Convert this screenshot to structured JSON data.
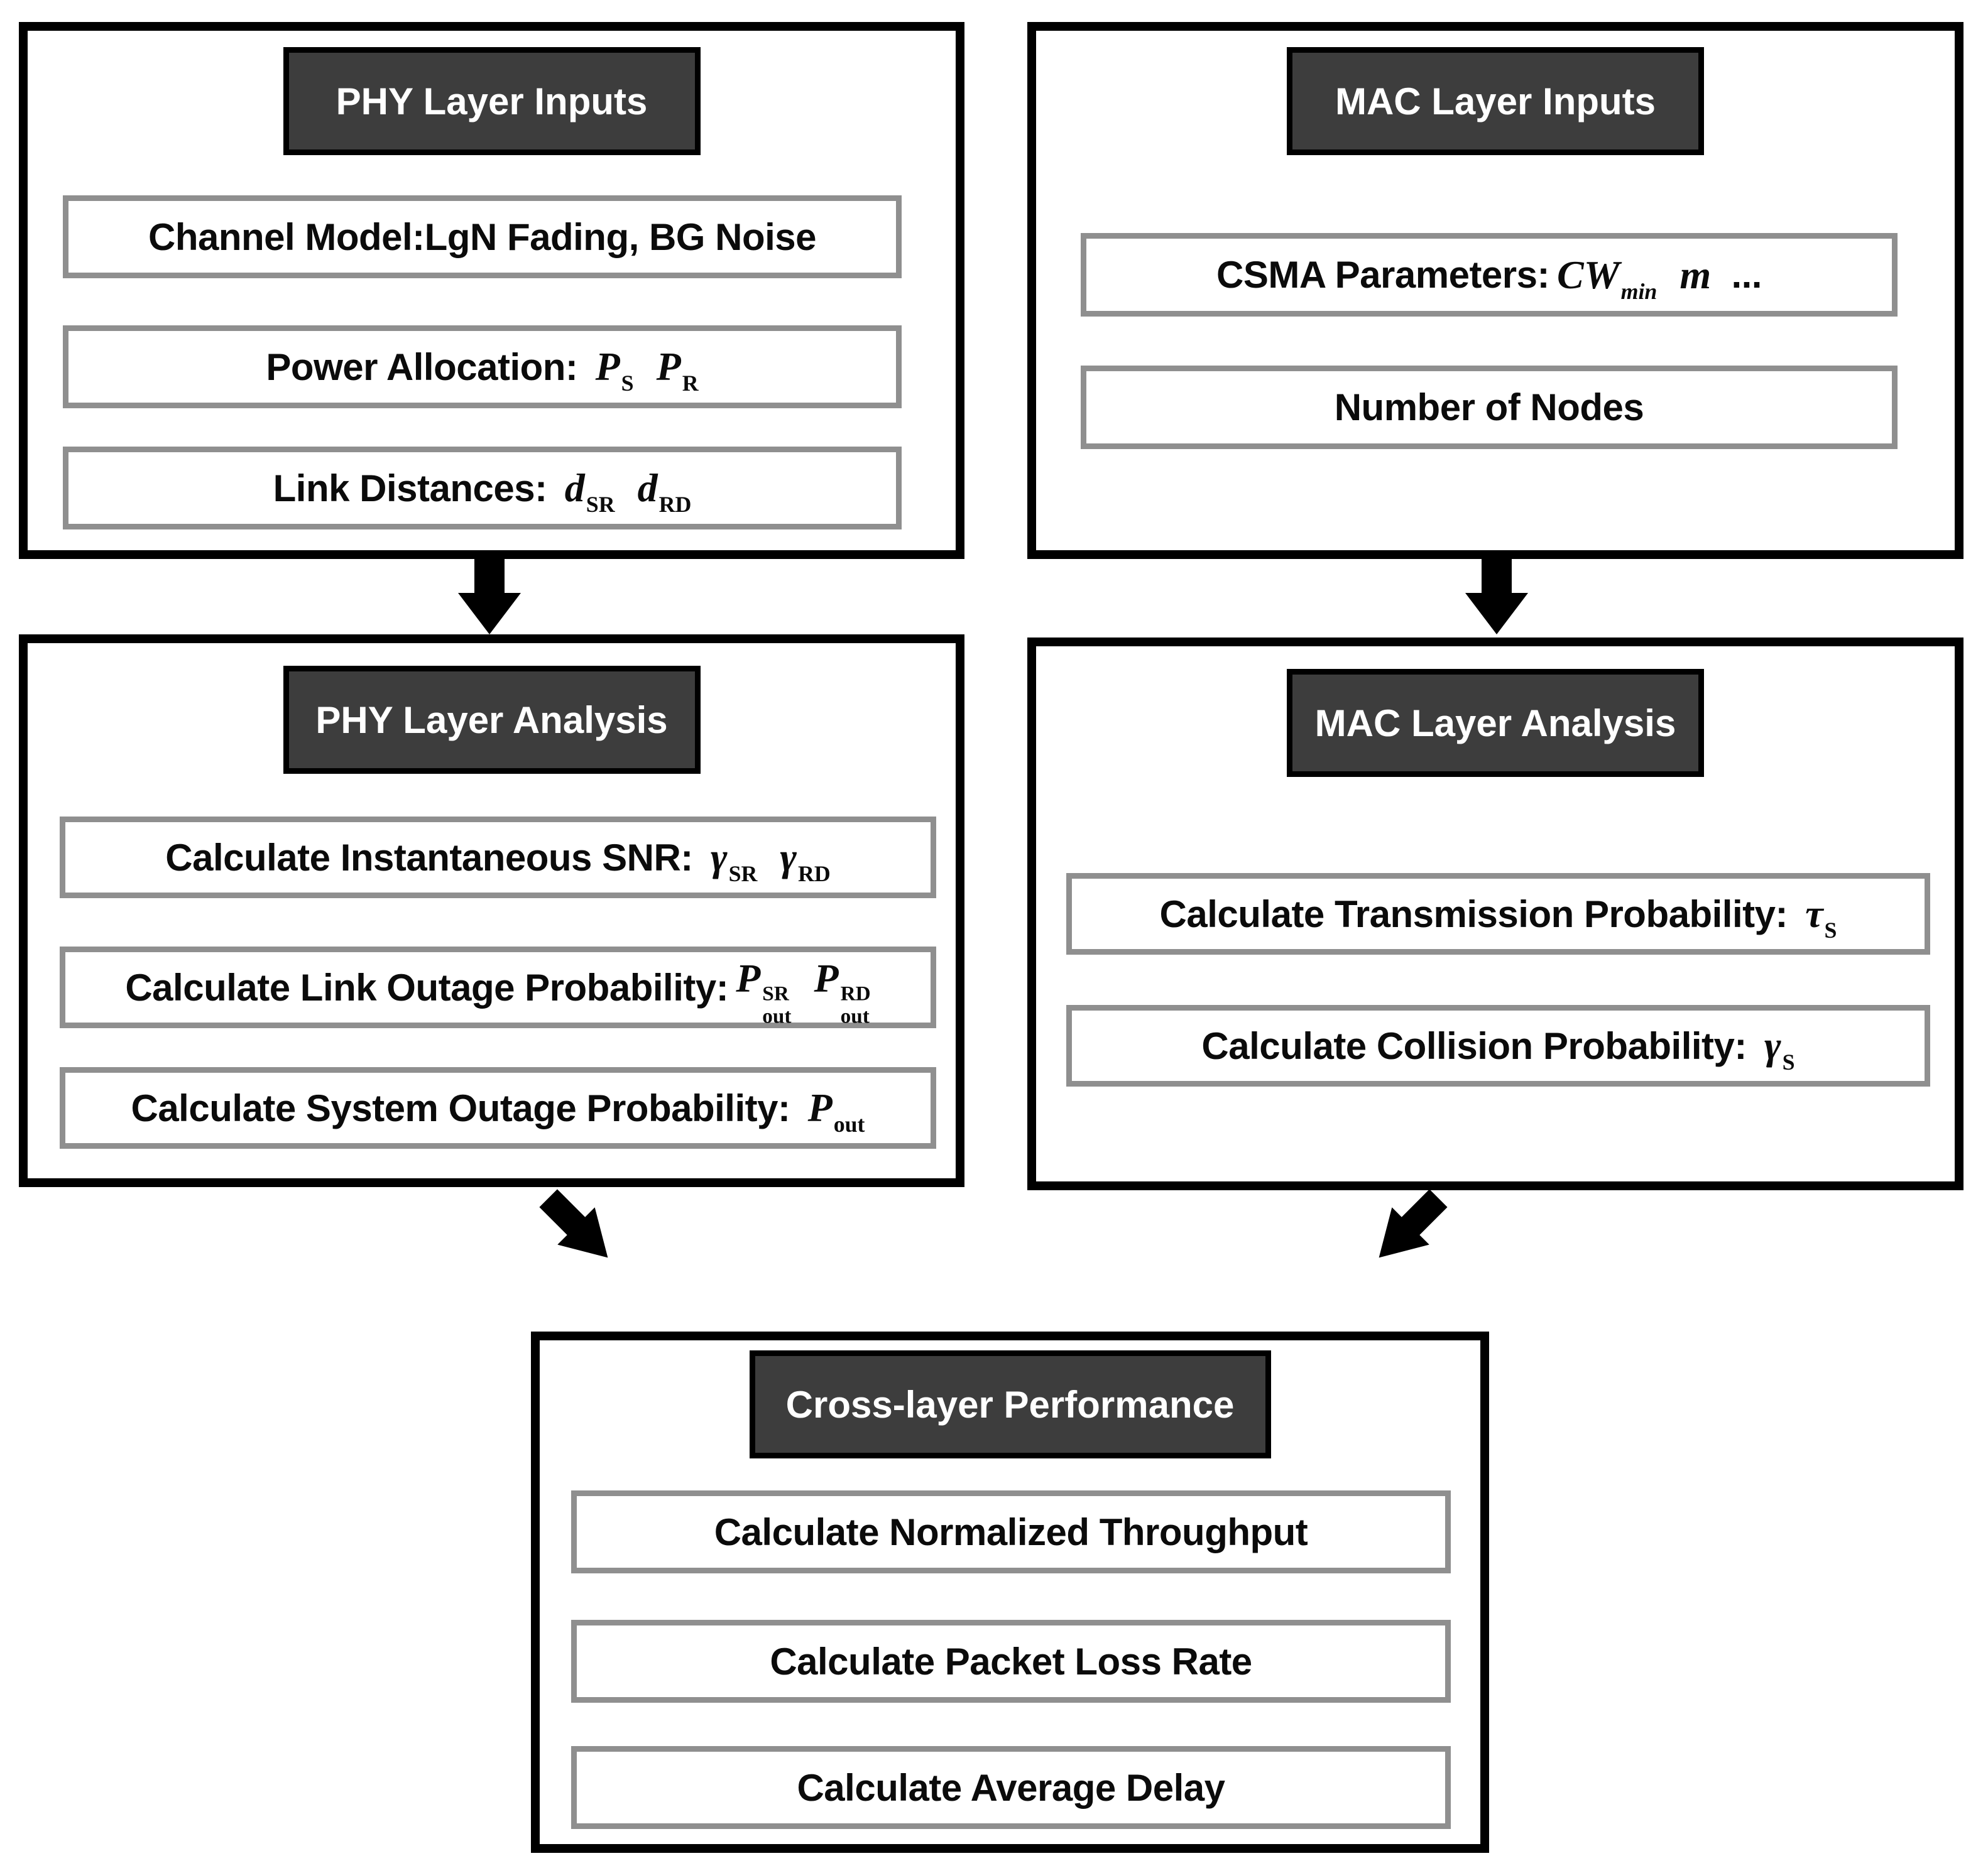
{
  "diagram_title": "Cross-layer PHY/MAC analysis flowchart",
  "colors": {
    "background": "#ffffff",
    "panel_border": "#000000",
    "header_bg": "#3d3d3d",
    "header_text": "#ffffff",
    "row_border": "#8f8f8f",
    "row_text": "#0b0b0b",
    "arrow": "#000000"
  },
  "panels": [
    {
      "id": "phy_inputs",
      "title": "PHY Layer Inputs",
      "rows": [
        {
          "parts": [
            {
              "t": "text",
              "v": "Channel Model:LgN Fading, BG Noise"
            }
          ]
        },
        {
          "parts": [
            {
              "t": "text",
              "v": "Power Allocation: "
            },
            {
              "t": "sym",
              "base": "P",
              "sub": "S"
            },
            {
              "t": "sym",
              "base": "P",
              "sub": "R"
            }
          ]
        },
        {
          "parts": [
            {
              "t": "text",
              "v": "Link Distances: "
            },
            {
              "t": "sym",
              "base": "d",
              "sub": "SR"
            },
            {
              "t": "sym",
              "base": "d",
              "sub": "RD"
            }
          ]
        }
      ]
    },
    {
      "id": "mac_inputs",
      "title": "MAC Layer Inputs",
      "rows": [
        {
          "parts": [
            {
              "t": "text",
              "v": "CSMA Parameters:"
            },
            {
              "t": "sym",
              "base": "CW",
              "sub": "min",
              "italic_sub": true
            },
            {
              "t": "sym",
              "base": "m"
            },
            {
              "t": "text",
              "v": "  ..."
            }
          ]
        },
        {
          "parts": [
            {
              "t": "text",
              "v": "Number of Nodes"
            }
          ]
        }
      ]
    },
    {
      "id": "phy_analysis",
      "title": "PHY Layer Analysis",
      "rows": [
        {
          "parts": [
            {
              "t": "text",
              "v": "Calculate Instantaneous SNR: "
            },
            {
              "t": "sym",
              "base": "γ",
              "sub": "SR"
            },
            {
              "t": "sym",
              "base": "γ",
              "sub": "RD"
            }
          ]
        },
        {
          "parts": [
            {
              "t": "text",
              "v": "Calculate Link Outage Probability:"
            },
            {
              "t": "sym",
              "base": "P",
              "sub": "out",
              "sup": "SR"
            },
            {
              "t": "sym",
              "base": "P",
              "sub": "out",
              "sup": "RD"
            }
          ]
        },
        {
          "parts": [
            {
              "t": "text",
              "v": "Calculate System Outage Probability: "
            },
            {
              "t": "sym",
              "base": "P",
              "sub": "out"
            }
          ]
        }
      ]
    },
    {
      "id": "mac_analysis",
      "title": "MAC Layer Analysis",
      "rows": [
        {
          "parts": [
            {
              "t": "text",
              "v": "Calculate Transmission Probability: "
            },
            {
              "t": "sym",
              "base": "τ",
              "sub": "S"
            }
          ]
        },
        {
          "parts": [
            {
              "t": "text",
              "v": "Calculate Collision Probability: "
            },
            {
              "t": "sym",
              "base": "γ",
              "sub": "S"
            }
          ]
        }
      ]
    },
    {
      "id": "cross_layer",
      "title": "Cross-layer Performance",
      "rows": [
        {
          "parts": [
            {
              "t": "text",
              "v": "Calculate Normalized Throughput"
            }
          ]
        },
        {
          "parts": [
            {
              "t": "text",
              "v": "Calculate Packet Loss Rate"
            }
          ]
        },
        {
          "parts": [
            {
              "t": "text",
              "v": "Calculate Average Delay"
            }
          ]
        }
      ]
    }
  ],
  "arrows": [
    {
      "from": "phy_inputs",
      "to": "phy_analysis",
      "direction": "down"
    },
    {
      "from": "mac_inputs",
      "to": "mac_analysis",
      "direction": "down"
    },
    {
      "from": "phy_analysis",
      "to": "cross_layer",
      "direction": "down-right"
    },
    {
      "from": "mac_analysis",
      "to": "cross_layer",
      "direction": "down-left"
    }
  ]
}
